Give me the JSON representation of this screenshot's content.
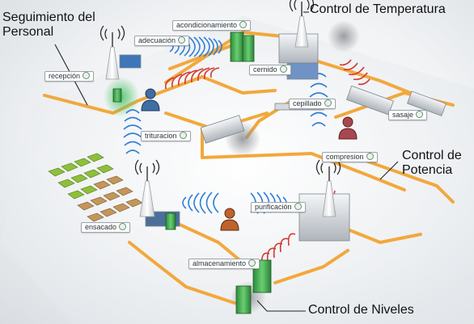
{
  "callouts": {
    "staff_tracking": "Seguimiento del Personal",
    "temperature_control": "Control de Temperatura",
    "power_control": "Control de Potencia",
    "level_control": "Control de Niveles"
  },
  "tags": {
    "reception": "recepción",
    "conditioning": "acondicionamiento",
    "adequacy": "adecuación",
    "sifted": "cernido",
    "brushed": "cepillado",
    "massage": "sasaje",
    "crushing": "trituracion",
    "compression": "compresion",
    "purification": "purificación",
    "bagging": "ensacado",
    "storage": "almacenamiento"
  },
  "colors": {
    "pipe": "#f2a83c",
    "signal_blue": "#2f7fd6",
    "signal_red": "#d23a32",
    "tower": "#f4f4f4",
    "equipment_green": "#3aa34a",
    "worker_blue": "#3f6da6",
    "worker_red": "#a8484e",
    "worker_orange": "#c0622c"
  }
}
